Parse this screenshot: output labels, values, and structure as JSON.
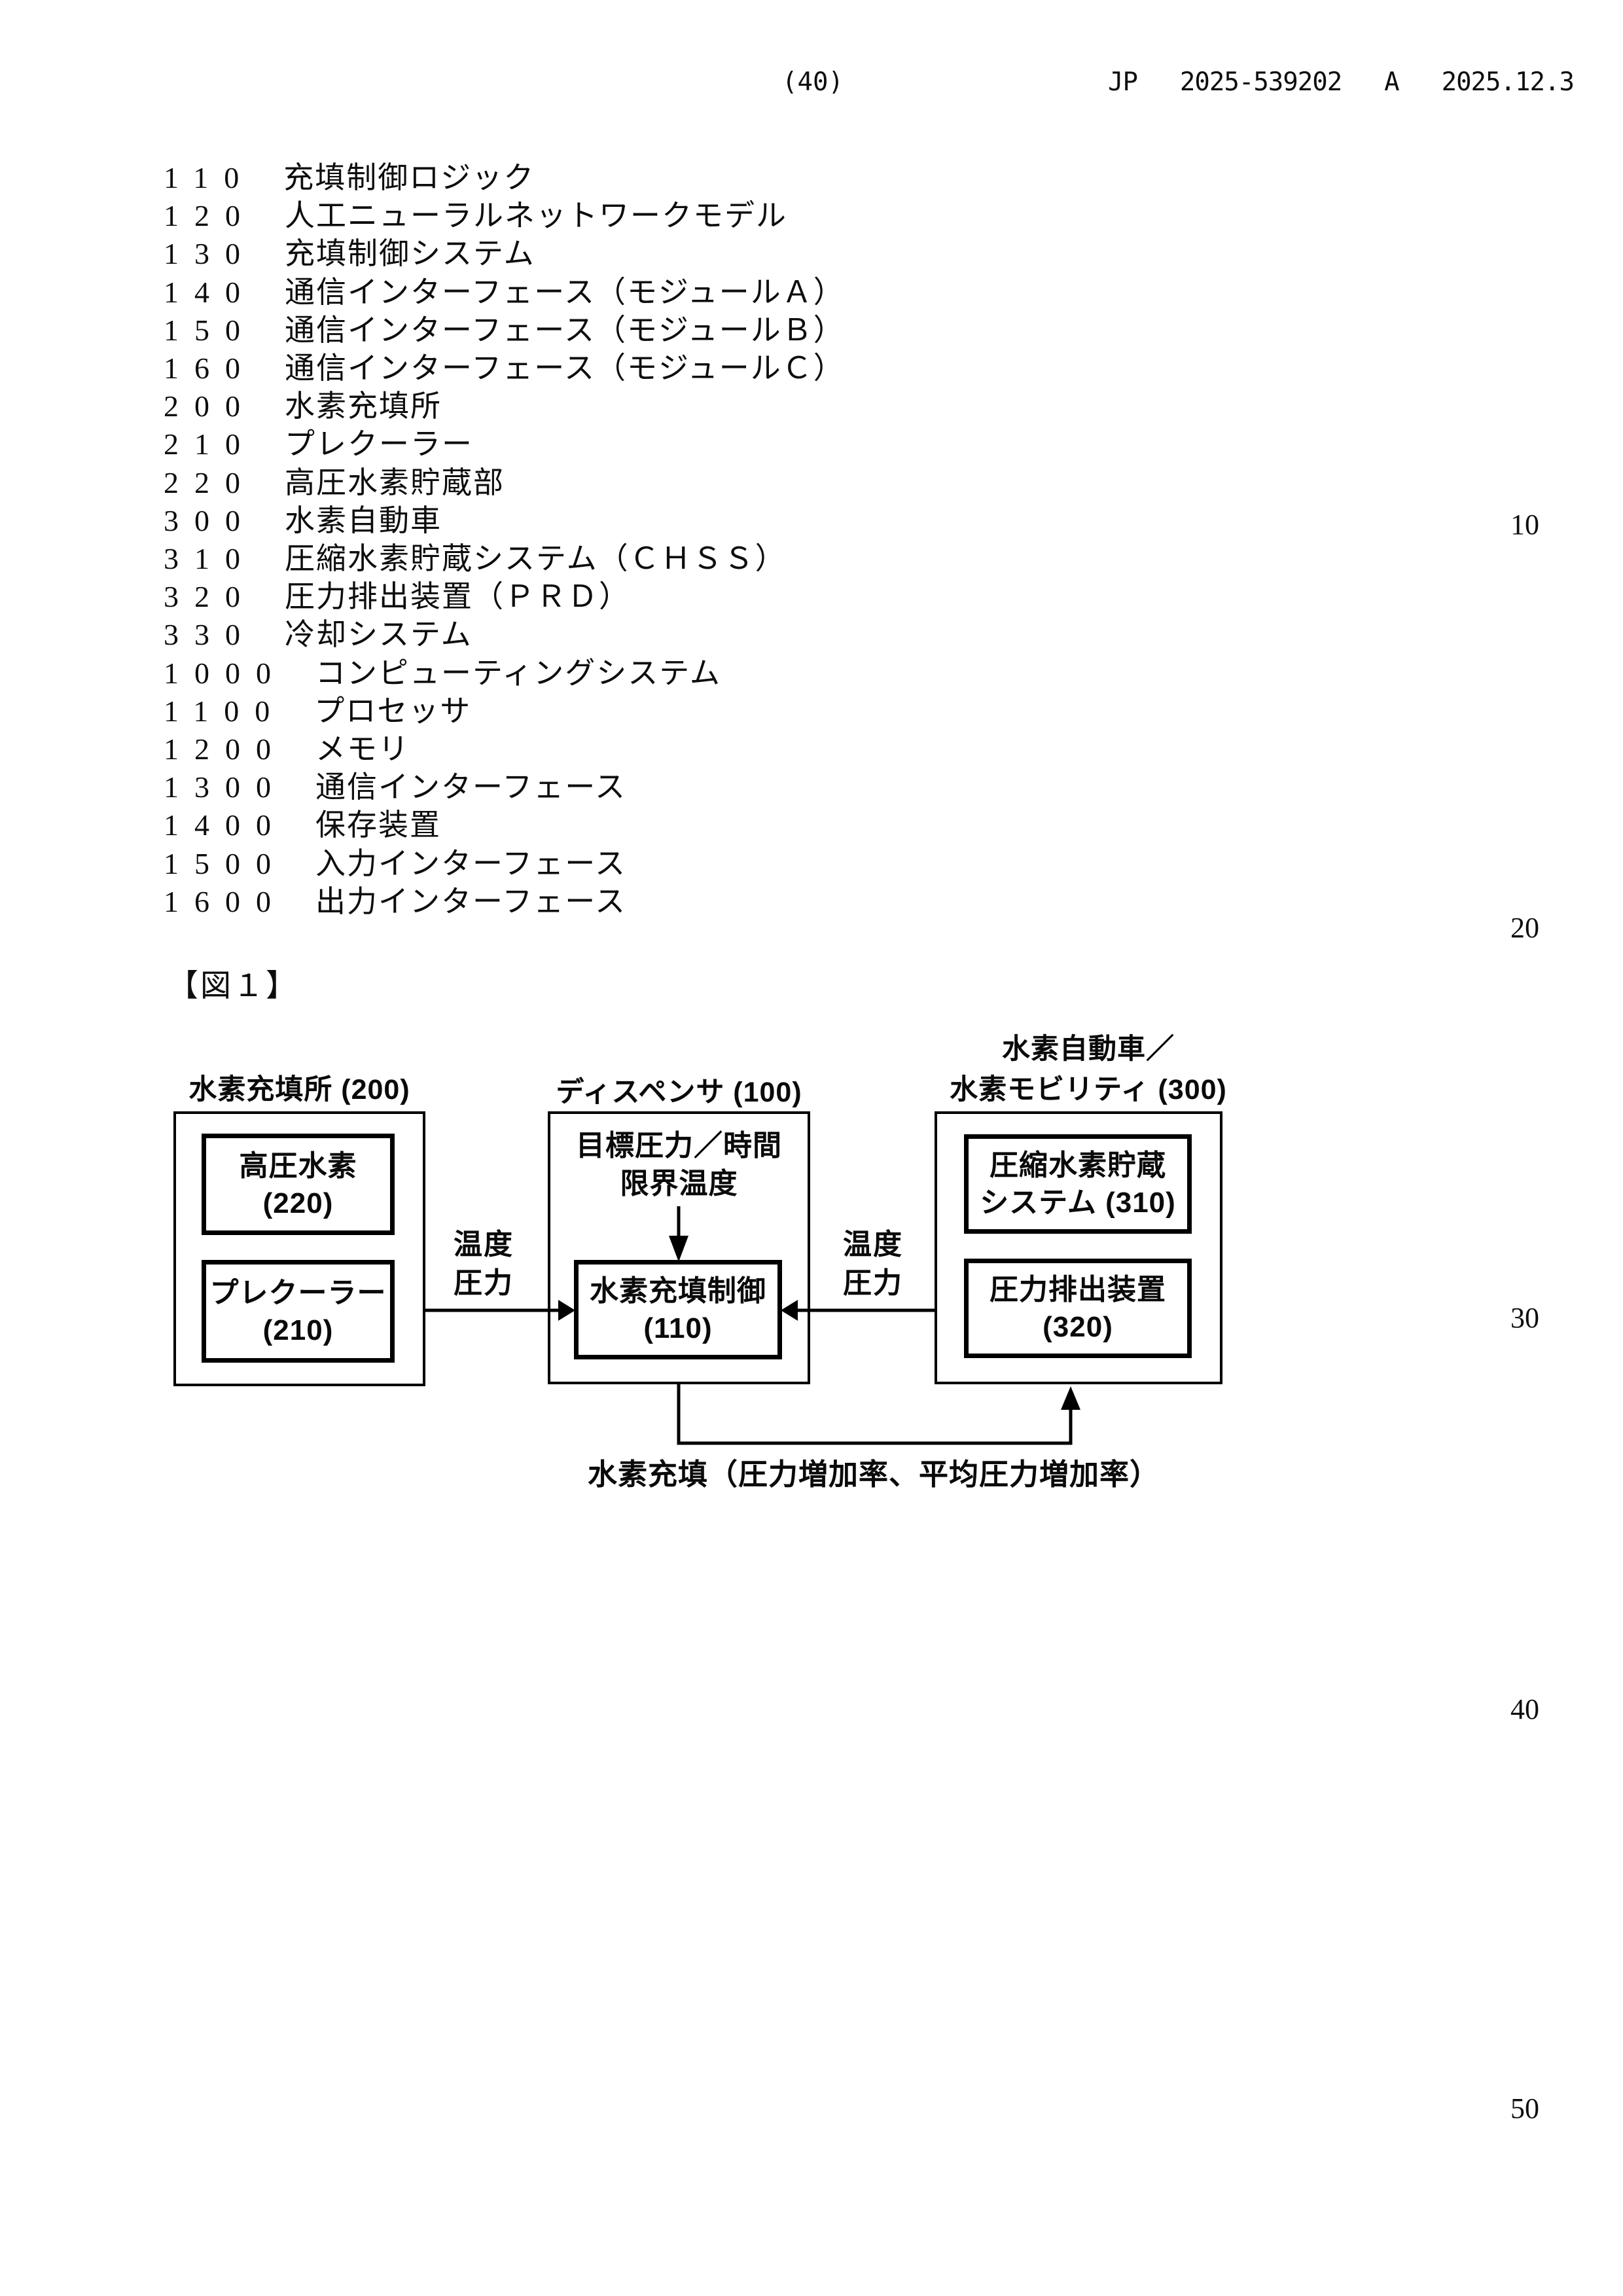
{
  "header": {
    "page_number": "(40)",
    "publication": "JP  2025-539202  A  2025.12.3"
  },
  "margin_line_numbers": [
    "10",
    "20",
    "30",
    "40",
    "50"
  ],
  "reference_list": {
    "items": [
      {
        "num": "110",
        "label": "充填制御ロジック"
      },
      {
        "num": "120",
        "label": "人工ニューラルネットワークモデル"
      },
      {
        "num": "130",
        "label": "充填制御システム"
      },
      {
        "num": "140",
        "label": "通信インターフェース（モジュールＡ）"
      },
      {
        "num": "150",
        "label": "通信インターフェース（モジュールＢ）"
      },
      {
        "num": "160",
        "label": "通信インターフェース（モジュールＣ）"
      },
      {
        "num": "200",
        "label": "水素充填所"
      },
      {
        "num": "210",
        "label": "プレクーラー"
      },
      {
        "num": "220",
        "label": "高圧水素貯蔵部"
      },
      {
        "num": "300",
        "label": "水素自動車"
      },
      {
        "num": "310",
        "label": "圧縮水素貯蔵システム（ＣＨＳＳ）"
      },
      {
        "num": "320",
        "label": "圧力排出装置（ＰＲＤ）"
      },
      {
        "num": "330",
        "label": "冷却システム"
      },
      {
        "num": "1000",
        "label": "コンピューティングシステム"
      },
      {
        "num": "1100",
        "label": "プロセッサ"
      },
      {
        "num": "1200",
        "label": "メモリ"
      },
      {
        "num": "1300",
        "label": "通信インターフェース"
      },
      {
        "num": "1400",
        "label": "保存装置"
      },
      {
        "num": "1500",
        "label": "入力インターフェース"
      },
      {
        "num": "1600",
        "label": "出力インターフェース"
      }
    ],
    "figure_caption": "【図１】"
  },
  "figure": {
    "station": {
      "title": "水素充填所 (200)",
      "high_pressure_line1": "高圧水素",
      "high_pressure_line2": "(220)",
      "precooler_line1": "プレクーラー",
      "precooler_line2": "(210)"
    },
    "dispenser": {
      "title": "ディスペンサ (100)",
      "input_line1": "目標圧力／時間",
      "input_line2": "限界温度",
      "control_line1": "水素充填制御",
      "control_line2": "(110)"
    },
    "vehicle": {
      "title_line1": "水素自動車／",
      "title_line2": "水素モビリティ (300)",
      "chss_line1": "圧縮水素貯蔵",
      "chss_line2": "システム (310)",
      "prd_line1": "圧力排出装置",
      "prd_line2": "(320)"
    },
    "left_flow_line1": "温度",
    "left_flow_line2": "圧力",
    "right_flow_line1": "温度",
    "right_flow_line2": "圧力",
    "bottom_label": "水素充填（圧力増加率、平均圧力増加率）",
    "line_color": "#000000"
  }
}
